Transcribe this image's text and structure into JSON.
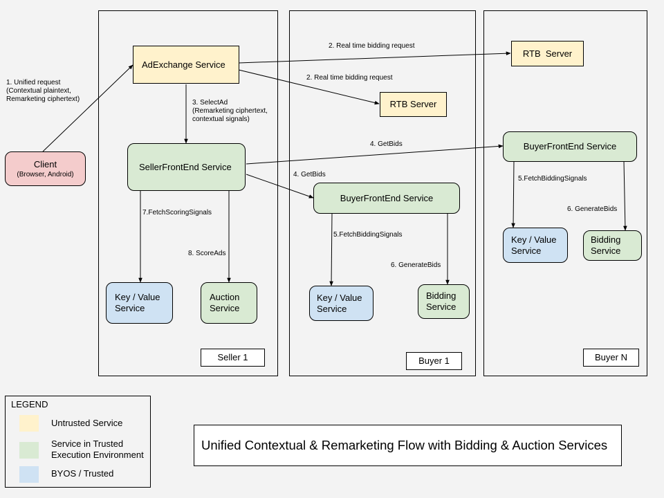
{
  "client": {
    "label": "Client",
    "sublabel": "(Browser, Android)"
  },
  "seller": {
    "panel_label": "Seller 1",
    "adexchange": "AdExchange Service",
    "sfe": "SellerFrontEnd Service",
    "kv": "Key / Value\nService",
    "auction": "Auction\nService"
  },
  "buyer1": {
    "panel_label": "Buyer 1",
    "rtb": "RTB Server",
    "bfe": "BuyerFrontEnd Service",
    "kv": "Key / Value\nService",
    "bidding": "Bidding\nService"
  },
  "buyerN": {
    "panel_label": "Buyer N",
    "rtb": "RTB  Server",
    "bfe": "BuyerFrontEnd Service",
    "kv": "Key / Value\nService",
    "bidding": "Bidding\nService"
  },
  "edges": {
    "unified_request": "1. Unified request\n(Contextual plaintext,\nRemarketing ciphertext)",
    "rtb_request_n": "2. Real time bidding request",
    "rtb_request_1": "2. Real time bidding request",
    "select_ad": "3. SelectAd\n(Remarketing ciphertext,\ncontextual signals)",
    "getbids_n": "4. GetBids",
    "getbids_1": "4. GetBids",
    "fetch_scoring": "7.FetchScoringSignals",
    "score_ads": "8. ScoreAds",
    "fetch_bidding_1": "5.FetchBiddingSignals",
    "generate_bids_1": "6. GenerateBids",
    "fetch_bidding_n": "5.FetchBiddingSignals",
    "generate_bids_n": "6. GenerateBids"
  },
  "legend": {
    "title": "LEGEND",
    "items": [
      {
        "label": "Untrusted Service",
        "color": "#fff2cc"
      },
      {
        "label": "Service in Trusted\nExecution Environment",
        "color": "#d9ead3"
      },
      {
        "label": "BYOS / Trusted",
        "color": "#cfe2f3"
      }
    ]
  },
  "title": "Unified Contextual & Remarketing Flow with Bidding & Auction Services"
}
